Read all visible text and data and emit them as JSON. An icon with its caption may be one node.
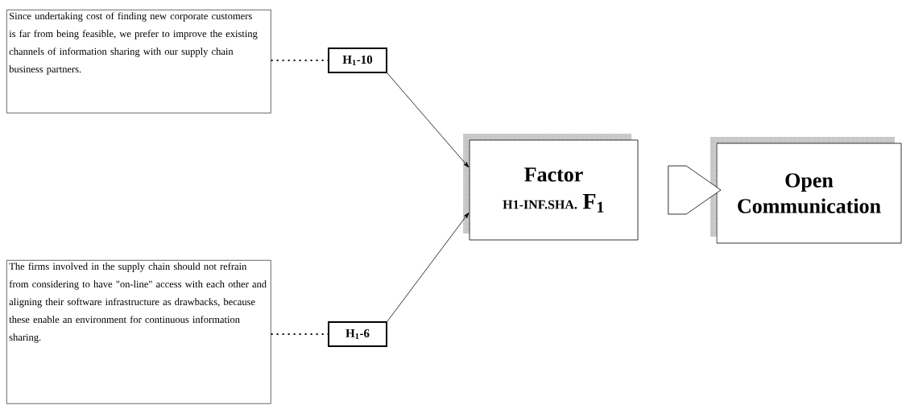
{
  "diagram": {
    "nodes": [
      {
        "text": [
          "Since undertaking cost of finding new corporate customers is far from being feasible, we prefer to improve the existing channels of information sharing with our supply chain business partners."
        ]
      },
      {
        "text": [
          "H$_{1}$-10"
        ]
      },
      {
        "text": [
          "The firms involved in the supply chain should not refrain from considering to have \"on-line\" access with each other and aligning their software infrastructure as drawbacks, because these enable an environment for continuous information sharing."
        ]
      },
      {
        "text": [
          "H$_{1}$-6"
        ]
      },
      {
        "text": [
          "Factor",
          "H1-INF.SHA.",
          "F$_{1}$"
        ]
      },
      {
        "text": [
          "Open Communication"
        ]
      }
    ],
    "edges": [
      {
        "from": 0,
        "to": 1,
        "arrow": "none",
        "style": "dashed"
      },
      {
        "from": 2,
        "to": 3,
        "arrow": "none",
        "style": "dashed"
      },
      {
        "from": 1,
        "to": 4,
        "arrow": "to"
      },
      {
        "from": 3,
        "to": 4,
        "arrow": "to"
      },
      {
        "from": 4,
        "to": 5,
        "arrow": "to",
        "style": "thick"
      }
    ]
  }
}
